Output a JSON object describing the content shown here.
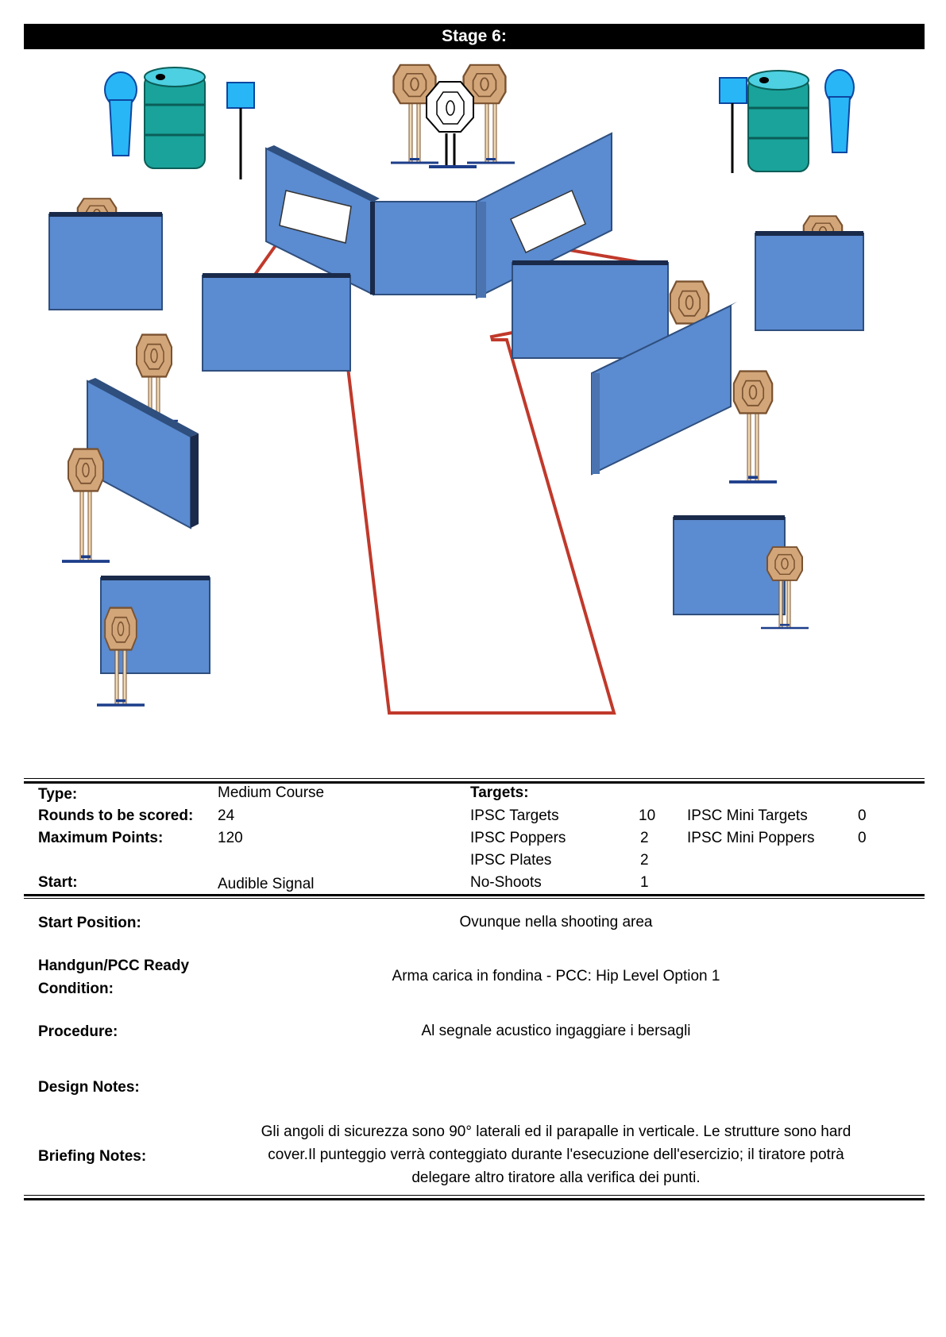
{
  "title": "Stage 6:",
  "summary": {
    "type_label": "Type:",
    "type_value": "Medium Course",
    "rounds_label": "Rounds to be scored:",
    "rounds_value": "24",
    "points_label": "Maximum Points:",
    "points_value": "120",
    "start_label": "Start:",
    "start_value": "Audible Signal",
    "targets_label": "Targets:",
    "targets": [
      {
        "label": "IPSC Targets",
        "count": "10"
      },
      {
        "label": "IPSC Poppers",
        "count": "2"
      },
      {
        "label": "IPSC Plates",
        "count": "2"
      },
      {
        "label": "No-Shoots",
        "count": "1"
      }
    ],
    "mini_targets": [
      {
        "label": "IPSC Mini Targets",
        "count": "0"
      },
      {
        "label": "IPSC Mini Poppers",
        "count": "0"
      }
    ]
  },
  "details": {
    "start_position_label": "Start Position:",
    "start_position_value": "Ovunque nella shooting area",
    "ready_label_1": "Handgun/PCC Ready",
    "ready_label_2": "Condition:",
    "ready_value": "Arma carica in fondina - PCC: Hip Level Option 1",
    "procedure_label": "Procedure:",
    "procedure_value": "Al segnale acustico ingaggiare i bersagli",
    "design_label": "Design Notes:",
    "design_value": "",
    "briefing_label": "Briefing Notes:",
    "briefing_line_1": "Gli angoli di sicurezza sono 90° laterali ed il parapalle in verticale. Le strutture sono hard",
    "briefing_line_2": "cover.Il punteggio verrà conteggiato durante l'esecuzione dell'esercizio; il tiratore potrà",
    "briefing_line_3": "delegare altro tiratore alla verifica  dei punti."
  },
  "colors": {
    "wall": "#5b8bd0",
    "wall_dark": "#2f4f7e",
    "target": "#d2a679",
    "barrel": "#1aa39a",
    "popper": "#29b6f6",
    "shooting_area_line": "#c0392b"
  }
}
